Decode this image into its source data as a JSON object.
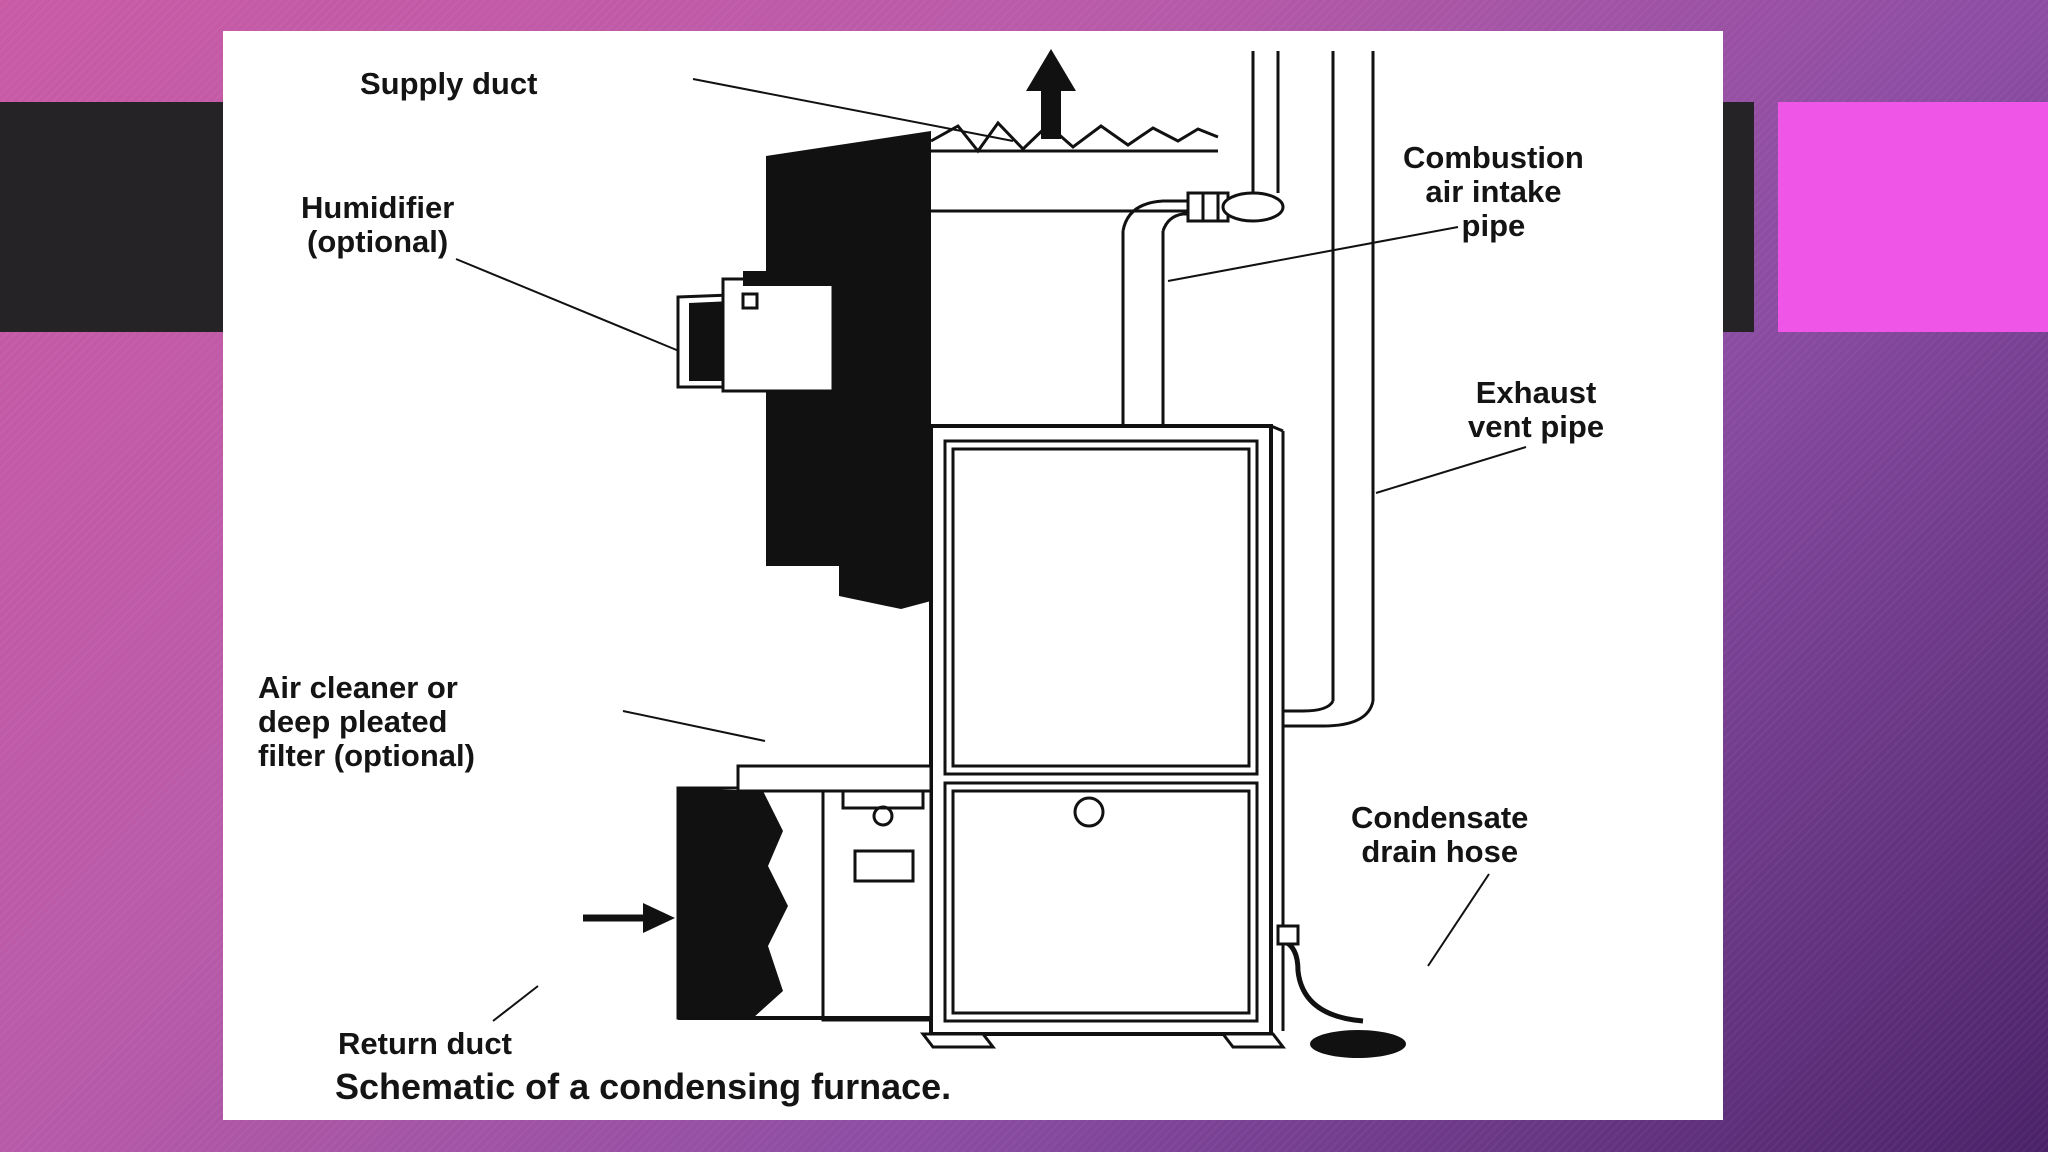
{
  "slide": {
    "colors": {
      "background_start": "#c95aa6",
      "background_end": "#4a2268",
      "dark_bar": "#262326",
      "accent_square": "#ef55e6"
    }
  },
  "figure": {
    "labels": {
      "supply_duct": "Supply duct",
      "humidifier_line1": "Humidifier",
      "humidifier_line2": "(optional)",
      "combustion_line1": "Combustion",
      "combustion_line2": "air intake",
      "combustion_line3": "pipe",
      "exhaust_line1": "Exhaust",
      "exhaust_line2": "vent pipe",
      "air_cleaner_line1": "Air cleaner or",
      "air_cleaner_line2": "deep pleated",
      "air_cleaner_line3": "filter (optional)",
      "condensate_line1": "Condensate",
      "condensate_line2": "drain hose",
      "return_duct": "Return duct"
    },
    "caption": "Schematic of a condensing furnace."
  }
}
